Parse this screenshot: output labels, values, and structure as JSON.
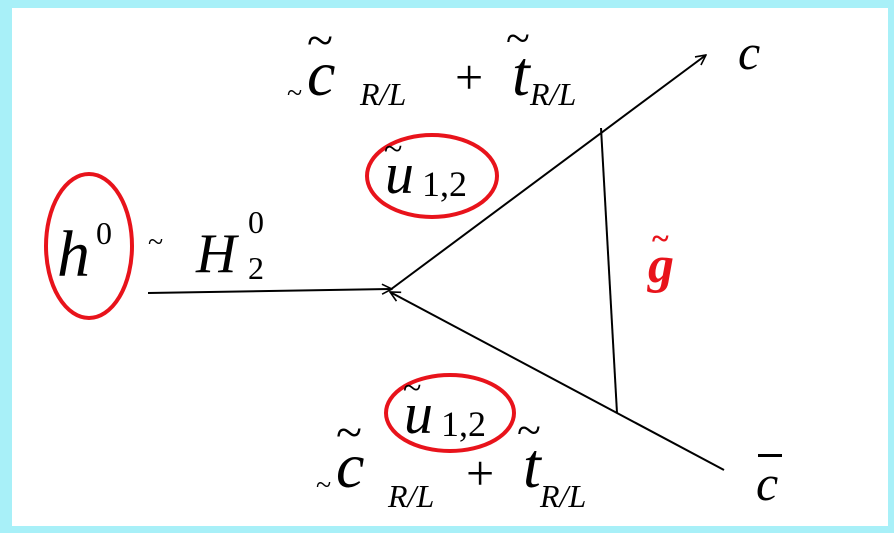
{
  "labels": {
    "quark_out": "c",
    "antiquark_out": "c",
    "higgs_symbol": "h",
    "higgs_superscript": "0",
    "approx_sign": "~",
    "higgs_doublet_symbol": "H",
    "higgs_doublet_superscript": "0",
    "higgs_doublet_subscript": "2",
    "gluino_symbol": "g",
    "squark_symbol": "u",
    "squark_subscript": "1,2",
    "mix_charm_symbol": "c",
    "mix_top_symbol": "t",
    "mix_subscript": "R/L",
    "plus_sign": "+"
  },
  "colors": {
    "background": "#a8f0f8",
    "canvas": "#ffffff",
    "lines": "#000000",
    "highlight": "#e8131b",
    "gluino": "#e8131b"
  }
}
